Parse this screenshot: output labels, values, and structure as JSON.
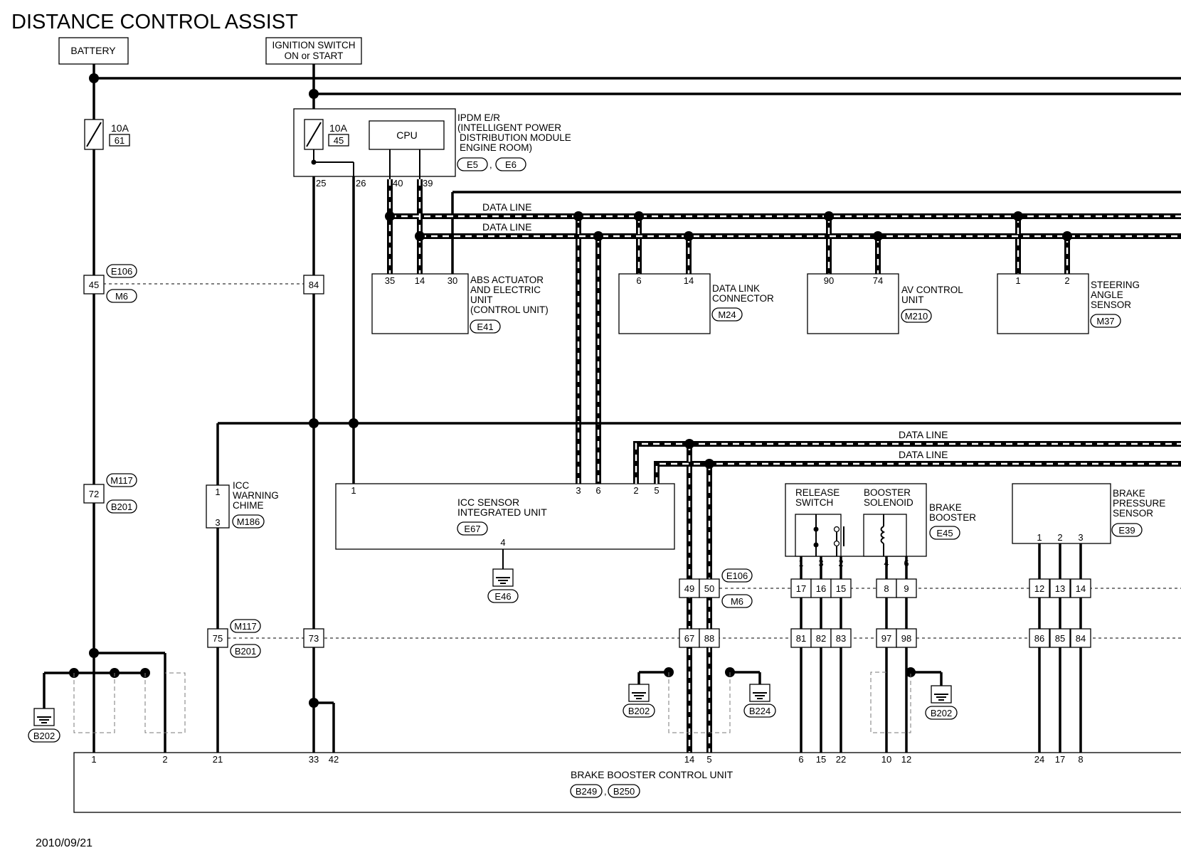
{
  "title": "DISTANCE CONTROL ASSIST",
  "date": "2010/09/21",
  "sources": {
    "battery": "BATTERY",
    "ignition_line1": "IGNITION SWITCH",
    "ignition_line2": "ON or START"
  },
  "fuses": {
    "f1_amp": "10A",
    "f1_no": "61",
    "f2_amp": "10A",
    "f2_no": "45"
  },
  "ipdm": {
    "cpu": "CPU",
    "line1": "IPDM E/R",
    "line2": "(INTELLIGENT POWER",
    "line3": "DISTRIBUTION MODULE",
    "line4": "ENGINE ROOM)",
    "conn1": "E5",
    "conn2": "E6",
    "pins": [
      "25",
      "26",
      "40",
      "39"
    ]
  },
  "data_line_label": "DATA LINE",
  "abs": {
    "line1": "ABS ACTUATOR",
    "line2": "AND ELECTRIC",
    "line3": "UNIT",
    "line4": "(CONTROL UNIT)",
    "conn": "E41",
    "pins": [
      "35",
      "14",
      "30"
    ]
  },
  "dlc": {
    "line1": "DATA LINK",
    "line2": "CONNECTOR",
    "conn": "M24",
    "pins": [
      "6",
      "14"
    ]
  },
  "av": {
    "line1": "AV CONTROL",
    "line2": "UNIT",
    "conn": "M210",
    "pins": [
      "90",
      "74"
    ]
  },
  "sas": {
    "line1": "STEERING",
    "line2": "ANGLE",
    "line3": "SENSOR",
    "conn": "M37",
    "pins": [
      "1",
      "2"
    ]
  },
  "icc_chime": {
    "line1": "ICC",
    "line2": "WARNING",
    "line3": "CHIME",
    "conn": "M186",
    "pins": [
      "1",
      "3"
    ]
  },
  "icc_sensor": {
    "line1": "ICC SENSOR",
    "line2": "INTEGRATED UNIT",
    "conn": "E67",
    "pins": [
      "1",
      "3",
      "6",
      "2",
      "5",
      "4"
    ],
    "ground": "E46"
  },
  "brake_booster": {
    "release_line1": "RELEASE",
    "release_line2": "SWITCH",
    "solenoid_line1": "BOOSTER",
    "solenoid_line2": "SOLENOID",
    "line1": "BRAKE",
    "line2": "BOOSTER",
    "conn": "E45",
    "pins": [
      "1",
      "3",
      "2",
      "4",
      "6"
    ]
  },
  "bps": {
    "line1": "BRAKE",
    "line2": "PRESSURE",
    "line3": "SENSOR",
    "conn": "E39",
    "pins": [
      "1",
      "2",
      "3"
    ]
  },
  "connectors": {
    "row1": {
      "c1": "E106",
      "c2": "M6",
      "left_pins": [
        "45",
        "84"
      ],
      "right_pins": [
        "49",
        "50",
        "17",
        "16",
        "15",
        "8",
        "9",
        "12",
        "13",
        "14"
      ]
    },
    "row2": {
      "c1": "M117",
      "c2": "B201",
      "pin": "72"
    },
    "row3": {
      "c1": "M117",
      "c2": "B201",
      "pins": [
        "75",
        "73",
        "67",
        "88",
        "81",
        "82",
        "83",
        "97",
        "98",
        "86",
        "85",
        "84"
      ]
    }
  },
  "grounds": [
    "B202",
    "B202",
    "B224",
    "B202"
  ],
  "bbcu": {
    "line1": "BRAKE BOOSTER CONTROL UNIT",
    "conn1": "B249",
    "conn2": "B250",
    "pins": [
      "1",
      "2",
      "21",
      "33",
      "42",
      "14",
      "5",
      "6",
      "15",
      "22",
      "10",
      "12",
      "24",
      "17",
      "8"
    ]
  }
}
